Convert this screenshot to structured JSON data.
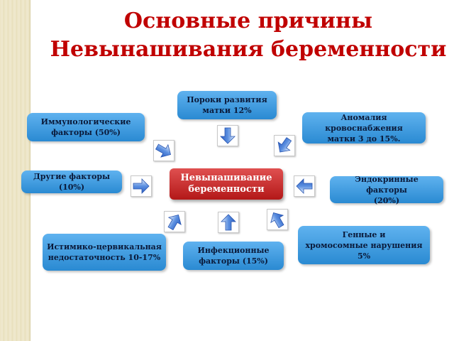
{
  "title": {
    "line1": "Основные причины",
    "line2": "Невынашивания беременности"
  },
  "center": {
    "line1": "Невынашивание",
    "line2": "беременности",
    "color": "#c81e1e"
  },
  "factors": {
    "uterine_malformations": [
      "Пороки развития",
      "матки 12%"
    ],
    "immunological": [
      "Иммунологические",
      "факторы (50%)"
    ],
    "blood_supply": [
      "Аномалия кровоснабжения",
      "матки 3 до 15%."
    ],
    "other": [
      "Другие факторы (10%)"
    ],
    "endocrine": [
      "Эндокринные факторы",
      "(20%)"
    ],
    "cervical": [
      "Истимико-цервикальная",
      "недостаточность 10-17%"
    ],
    "infectious": [
      "Инфекционные",
      "факторы (15%)"
    ],
    "genetic": [
      "Генные и",
      "хромосомные нарушения 5%"
    ]
  },
  "colors": {
    "title": "#c00000",
    "box": "#2f8fd4",
    "arrow": "#3a6fd0"
  },
  "icons": [
    "arrow-down-icon",
    "arrow-up-icon",
    "arrow-right-icon",
    "arrow-left-icon",
    "arrow-down-right-icon",
    "arrow-down-left-icon",
    "arrow-up-right-icon",
    "arrow-up-left-icon"
  ]
}
